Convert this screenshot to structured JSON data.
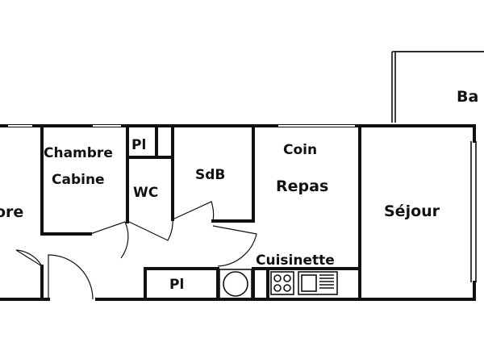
{
  "rooms": {
    "chambre_partial": "ore",
    "chambre_cabine_line1": "Chambre",
    "chambre_cabine_line2": "Cabine",
    "placard_top": "Pl",
    "wc": "WC",
    "sdb": "SdB",
    "coin_repas_line1": "Coin",
    "coin_repas_line2": "Repas",
    "sejour": "Séjour",
    "balcon_partial": "Ba",
    "cuisinette": "Cuisinette",
    "placard_bottom": "Pl"
  }
}
